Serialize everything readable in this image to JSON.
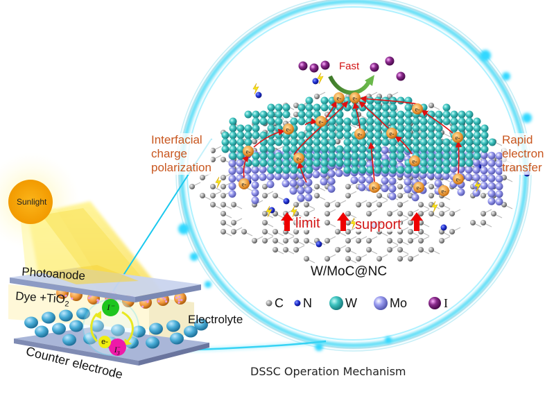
{
  "diagram": {
    "caption": "DSSC Operation Mechanism",
    "material": "W/MoC@NC",
    "sun": {
      "label": "Sunlight",
      "color": "#f5a800"
    },
    "cell": {
      "photoanode": "Photoanode",
      "dye_label": "Dye +TiO",
      "dye_subscript": "2",
      "electrolyte": "Electrolyte",
      "counter_electrode": "Counter electrode",
      "cycle": {
        "iodide": "I⁻",
        "triiodide": "I",
        "triiodide_sub": "3",
        "triiodide_sup": "−",
        "electron": "e-"
      }
    },
    "annotations": {
      "left": [
        "Interfacial",
        "charge",
        "polarization"
      ],
      "right": [
        "Rapid",
        "electron",
        "transfer"
      ],
      "fast": "Fast",
      "limit": "limit",
      "support": "support",
      "electron": "e-"
    },
    "legend": [
      {
        "symbol": "C",
        "color": "#8a8a8a"
      },
      {
        "symbol": "N",
        "color": "#1f2fd0"
      },
      {
        "symbol": "W",
        "color": "#3fc4c0"
      },
      {
        "symbol": "Mo",
        "color": "#8c8ee0"
      },
      {
        "symbol": "I",
        "color": "#8a2a8c"
      }
    ],
    "colors": {
      "annotation_orange": "#c8561e",
      "arrow_red": "#e01010",
      "glow_cyan": "#20d0f0",
      "electron_orange": "#f0a040"
    }
  }
}
